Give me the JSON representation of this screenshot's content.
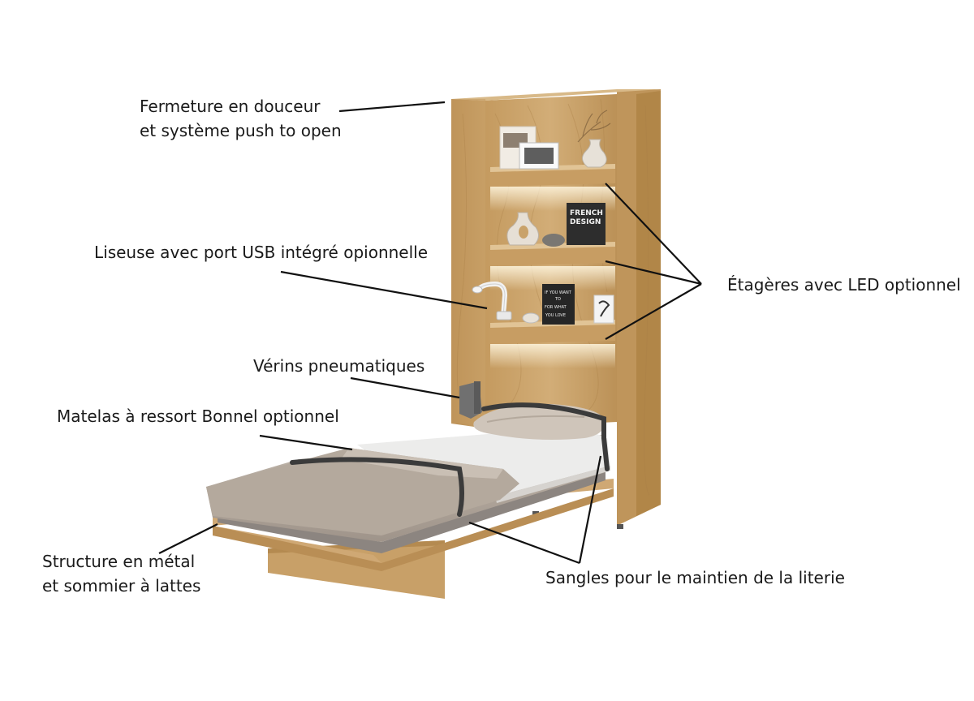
{
  "labels": {
    "soft_close": [
      "Fermeture en douceur",
      "et système push to open"
    ],
    "reading_lamp": "Liseuse avec port USB intégré opionnelle",
    "shelves": "Étagères avec LED optionnel",
    "gas_pistons": "Vérins pneumatiques",
    "mattress": "Matelas à ressort Bonnel optionnel",
    "frame": [
      "Structure en métal",
      "et sommier à lattes"
    ],
    "straps": "Sangles pour le maintien de la literie"
  },
  "book_covers": {
    "french_design": [
      "FRENCH",
      "DESIGN"
    ],
    "quote_book": [
      "IF YOU WANT",
      "TO",
      "FOR WHAT",
      "YOU LOVE"
    ]
  },
  "colors": {
    "oak": "#c9a26a",
    "oak_dark": "#a97f47",
    "oak_light": "#dcbd8c",
    "mattress": "#b7aca1",
    "sheet": "#ececeb",
    "strap": "#3b3b3b",
    "led": "#fff3d6",
    "line": "#111111"
  },
  "icons": [
    "bed-icon",
    "lamp-icon",
    "shelf-icon"
  ]
}
